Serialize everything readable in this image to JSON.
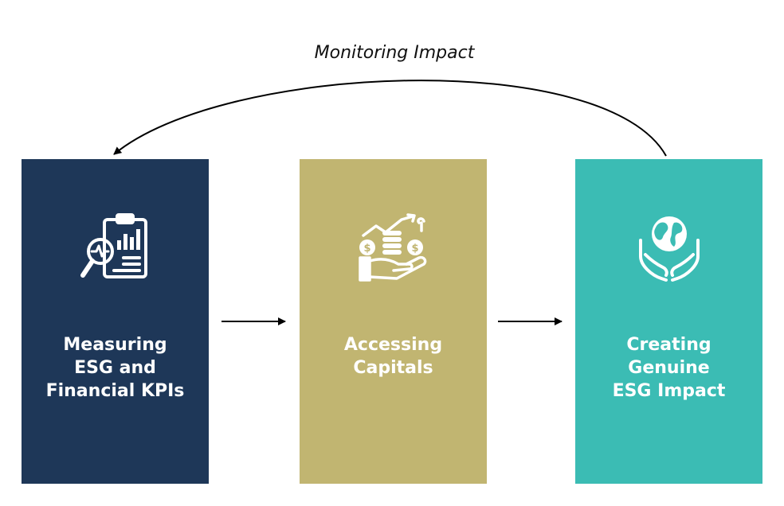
{
  "loop": {
    "label": "Monitoring Impact"
  },
  "steps": [
    {
      "lines": [
        "Measuring",
        "ESG and",
        "Financial KPIs"
      ],
      "icon": "clipboard-analytics-icon",
      "color": "#1e3758"
    },
    {
      "lines": [
        "Accessing",
        "Capitals"
      ],
      "icon": "money-growth-icon",
      "color": "#c1b571"
    },
    {
      "lines": [
        "Creating",
        "Genuine",
        "ESG Impact"
      ],
      "icon": "globe-hands-icon",
      "color": "#3bbcb4"
    }
  ]
}
